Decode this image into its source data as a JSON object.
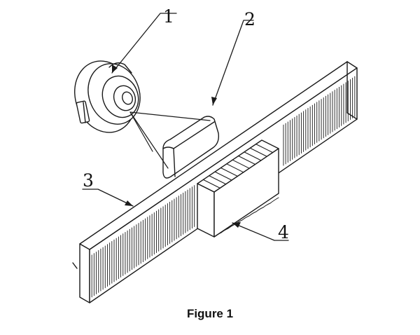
{
  "figure": {
    "caption": "Figure 1",
    "labels": [
      "1",
      "2",
      "3",
      "4"
    ]
  },
  "colors": {
    "ink": "#1a1a1a",
    "paper": "#ffffff"
  }
}
